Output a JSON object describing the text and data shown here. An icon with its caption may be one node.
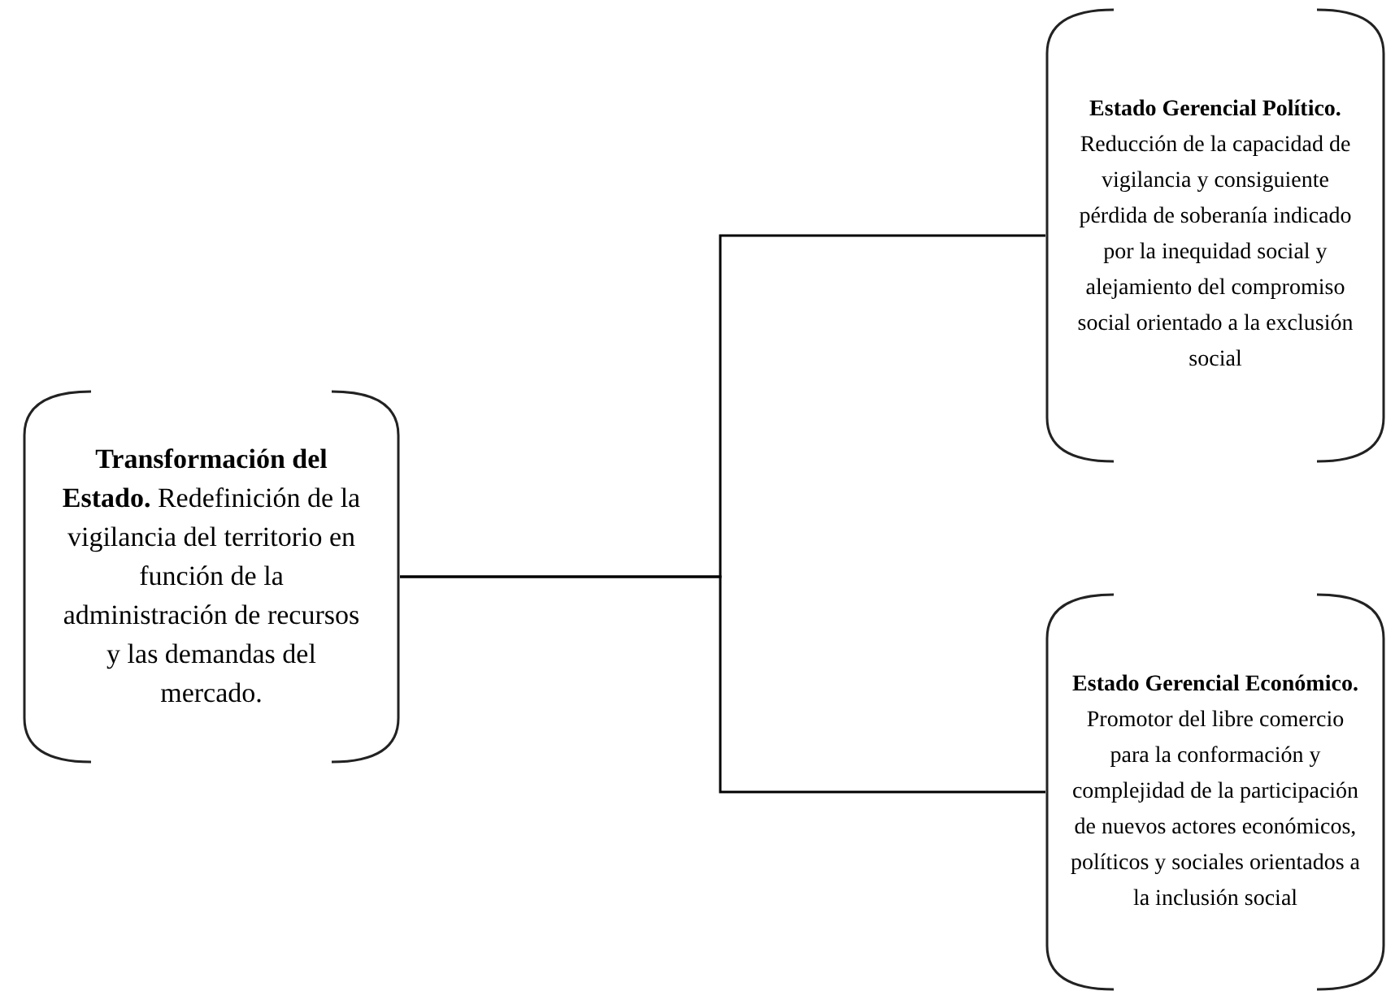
{
  "diagram": {
    "nodes": [
      {
        "text": [
          "**Transformación del Estado.** Redefinición de la vigilancia del territorio en función de la administración de recursos y las demandas del mercado."
        ]
      },
      {
        "text": [
          "**Estado Gerencial Político.** Reducción de la capacidad de vigilancia y consiguiente pérdida de soberanía indicado por la inequidad social y alejamiento del compromiso social orientado a la exclusión social"
        ]
      },
      {
        "text": [
          "**Estado Gerencial Económico.** Promotor del libre comercio para la conformación y complejidad de la participación de nuevos actores económicos, políticos y sociales orientados a la inclusión social"
        ]
      }
    ],
    "edges": [
      {
        "from": 0,
        "to": 1,
        "arrow": "none"
      },
      {
        "from": 0,
        "to": 2,
        "arrow": "none"
      }
    ]
  }
}
